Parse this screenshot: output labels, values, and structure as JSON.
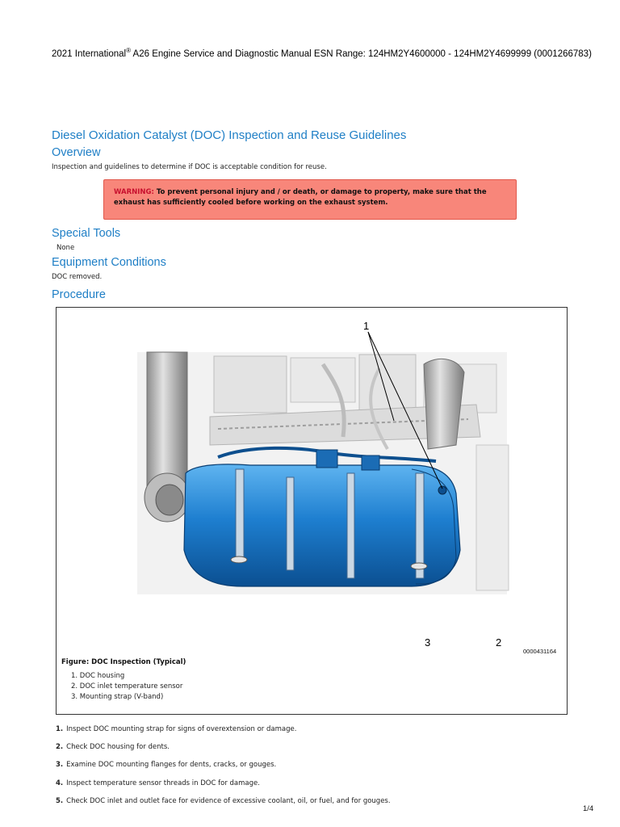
{
  "header": {
    "prefix": "2021 International",
    "registered": "®",
    "suffix": " A26 Engine Service and Diagnostic Manual ESN Range: 124HM2Y4600000 - 124HM2Y4699999 (0001266783)"
  },
  "title": "Diesel Oxidation Catalyst (DOC) Inspection and Reuse Guidelines",
  "overview": {
    "heading": "Overview",
    "text": "Inspection and guidelines to determine if DOC is acceptable condition for reuse."
  },
  "warning": {
    "label": "WARNING:",
    "text": " To prevent personal injury and / or death, or damage to property, make sure that the exhaust has sufficiently cooled before working on the exhaust system.",
    "bg_color": "#f8867a",
    "label_color": "#c8102e"
  },
  "special_tools": {
    "heading": "Special Tools",
    "text": "None"
  },
  "equipment_conditions": {
    "heading": "Equipment Conditions",
    "text": "DOC removed."
  },
  "procedure": {
    "heading": "Procedure",
    "figure": {
      "callouts": {
        "c1": "1",
        "c2": "2",
        "c3": "3"
      },
      "image_id": "0000431164",
      "caption": "Figure: DOC Inspection (Typical)",
      "legend": [
        "1. DOC housing",
        "2. DOC inlet temperature sensor",
        "3. Mounting strap (V-band)"
      ],
      "accent_color": "#1e7fd0"
    },
    "steps": [
      {
        "num": "1.",
        "text": "Inspect DOC mounting strap for signs of overextension or damage."
      },
      {
        "num": "2.",
        "text": "Check DOC housing for dents."
      },
      {
        "num": "3.",
        "text": "Examine DOC mounting flanges for dents, cracks, or gouges."
      },
      {
        "num": "4.",
        "text": "Inspect temperature sensor threads in DOC for damage."
      },
      {
        "num": "5.",
        "text": "Check DOC inlet and outlet face for evidence of excessive coolant, oil, or fuel, and for gouges."
      }
    ]
  },
  "page_number": "1/4",
  "heading_color": "#1f7fc6"
}
